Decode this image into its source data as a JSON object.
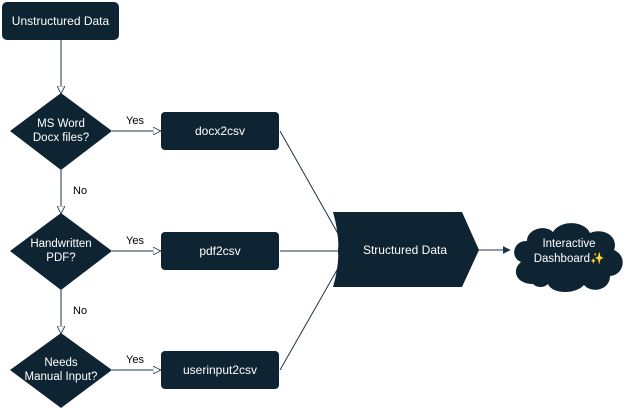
{
  "nodes": {
    "start": "Unstructured Data",
    "decision_word_line1": "MS Word",
    "decision_word_line2": "Docx files?",
    "decision_pdf_line1": "Handwritten",
    "decision_pdf_line2": "PDF?",
    "decision_manual_line1": "Needs",
    "decision_manual_line2": "Manual Input?",
    "process_docx": "docx2csv",
    "process_pdf": "pdf2csv",
    "process_userinput": "userinput2csv",
    "structured": "Structured Data",
    "dashboard_line1": "Interactive",
    "dashboard_line2": "Dashboard✨"
  },
  "edges": {
    "yes_1": "Yes",
    "yes_2": "Yes",
    "yes_3": "Yes",
    "no_1": "No",
    "no_2": "No"
  },
  "colors": {
    "node_fill": "#0e2433",
    "node_text": "#ffffff",
    "edge_stroke": "#1c3448",
    "label_text": "#000000"
  }
}
